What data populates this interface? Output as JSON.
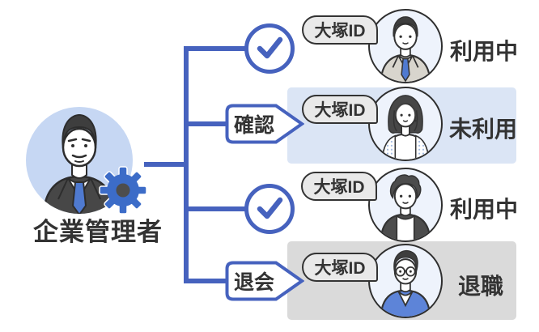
{
  "diagram": {
    "admin": {
      "label": "企業管理者"
    },
    "id_badge_label": "大塚ID",
    "rows": [
      {
        "marker": "check",
        "status": "利用中",
        "action": "",
        "highlight": "none"
      },
      {
        "marker": "arrow",
        "status": "未利用",
        "action": "確認",
        "highlight": "light-blue"
      },
      {
        "marker": "check",
        "status": "利用中",
        "action": "",
        "highlight": "none"
      },
      {
        "marker": "arrow",
        "status": "退職",
        "action": "退会",
        "highlight": "gray"
      }
    ],
    "colors": {
      "accent_blue": "#4662be",
      "gear_blue": "#3c6cc8",
      "admin_circle_bg": "#c6d7f3",
      "row_highlight_blue": "#dbe5f5",
      "row_highlight_gray": "#dadada",
      "badge_bg": "#e9e9e9",
      "avatar_bg": "#eef3fc",
      "text": "#333333"
    }
  }
}
